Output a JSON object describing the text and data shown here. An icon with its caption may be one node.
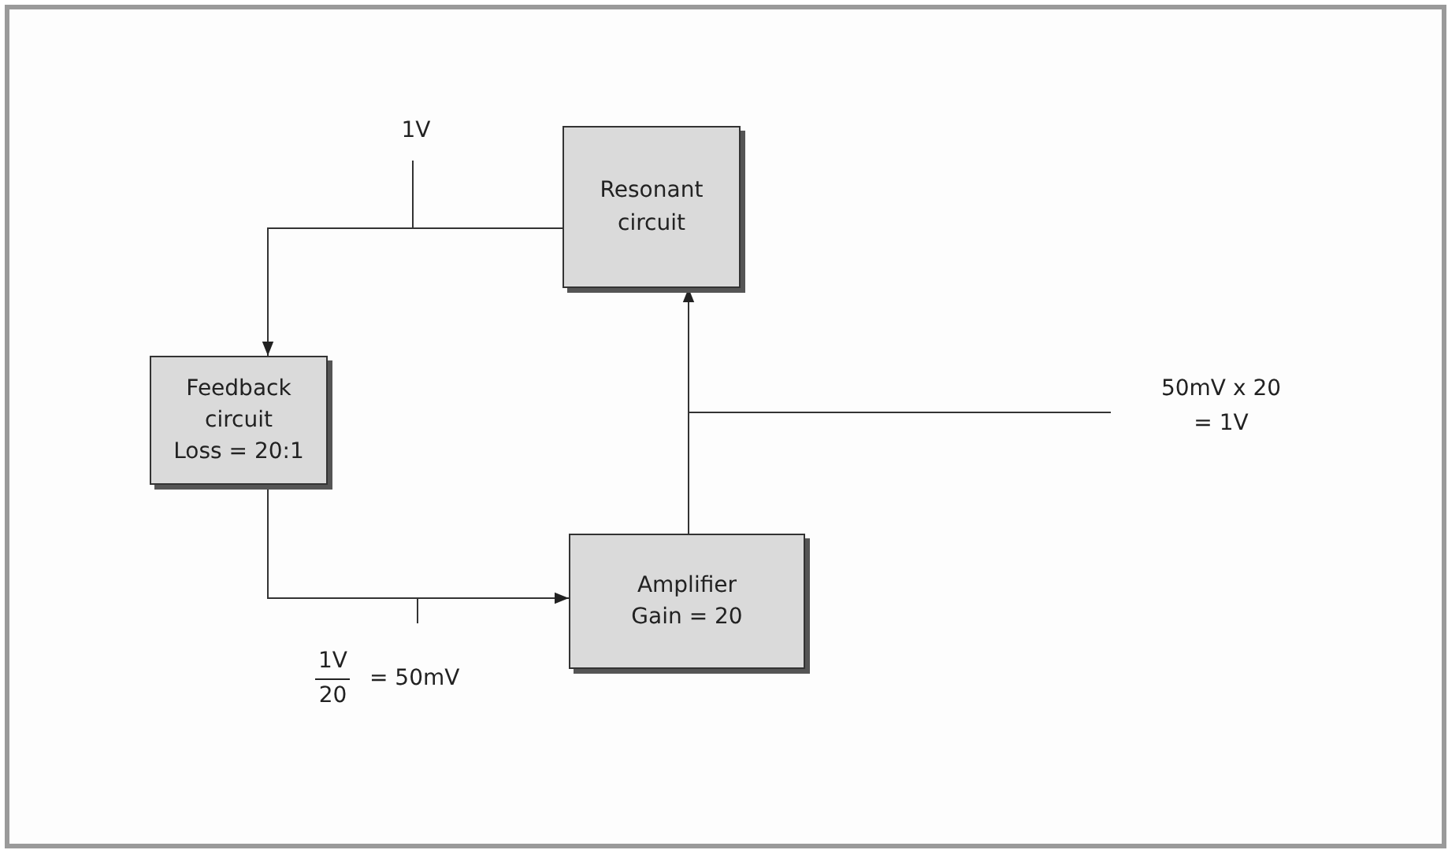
{
  "diagram": {
    "nodes": [
      {
        "text": [
          "1V"
        ]
      },
      {
        "text": [
          "Resonant circuit"
        ]
      },
      {
        "text": [
          "Feedback circuit",
          "Loss  =  20:1"
        ]
      },
      {
        "text": [
          "50mV  x  20",
          "=  1V"
        ]
      },
      {
        "text": [
          "Amplifier",
          "Gain  =  20"
        ]
      },
      {
        "text": [
          "1V",
          "20",
          "=  50mV"
        ]
      }
    ],
    "edges": [
      {
        "from": 1,
        "to": 2,
        "arrow": "to"
      },
      {
        "from": 2,
        "to": 4,
        "arrow": "to"
      },
      {
        "from": 4,
        "to": 1,
        "arrow": "to"
      },
      {
        "from": 0,
        "to": null,
        "arrow": "none"
      },
      {
        "from": 3,
        "to": null,
        "arrow": "none"
      },
      {
        "from": 5,
        "to": null,
        "arrow": "none"
      }
    ]
  }
}
